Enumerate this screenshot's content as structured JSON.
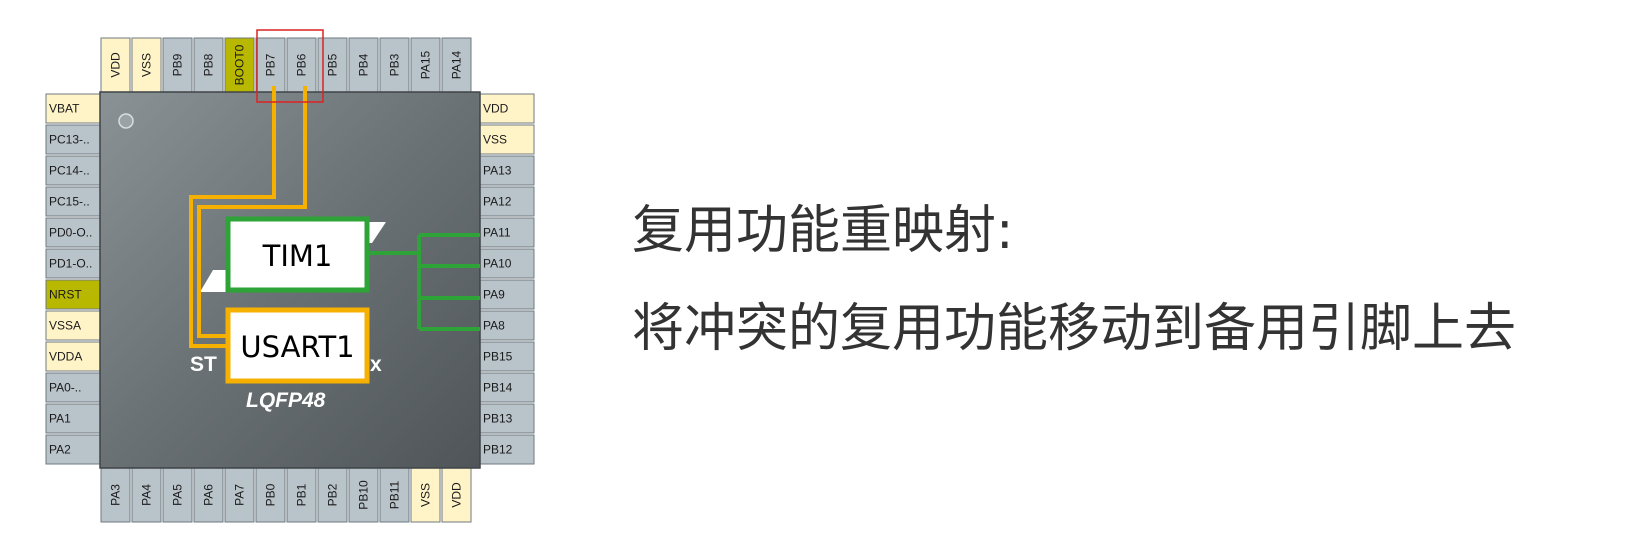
{
  "colors": {
    "pin_default": "#b9c3ca",
    "pin_power": "#fff4c8",
    "pin_system": "#b8b800",
    "chip_body": "#6f7679",
    "tim_route": "#2ea337",
    "usart_route": "#f6b100",
    "highlight": "#dd2222"
  },
  "pins": {
    "top": [
      {
        "label": "VDD",
        "kind": "power"
      },
      {
        "label": "VSS",
        "kind": "power"
      },
      {
        "label": "PB9",
        "kind": "default"
      },
      {
        "label": "PB8",
        "kind": "default"
      },
      {
        "label": "BOOT0",
        "kind": "system"
      },
      {
        "label": "PB7",
        "kind": "default"
      },
      {
        "label": "PB6",
        "kind": "default"
      },
      {
        "label": "PB5",
        "kind": "default"
      },
      {
        "label": "PB4",
        "kind": "default"
      },
      {
        "label": "PB3",
        "kind": "default"
      },
      {
        "label": "PA15",
        "kind": "default"
      },
      {
        "label": "PA14",
        "kind": "default"
      }
    ],
    "left": [
      {
        "label": "VBAT",
        "kind": "power"
      },
      {
        "label": "PC13-..",
        "kind": "default"
      },
      {
        "label": "PC14-..",
        "kind": "default"
      },
      {
        "label": "PC15-..",
        "kind": "default"
      },
      {
        "label": "PD0-O..",
        "kind": "default"
      },
      {
        "label": "PD1-O..",
        "kind": "default"
      },
      {
        "label": "NRST",
        "kind": "system"
      },
      {
        "label": "VSSA",
        "kind": "power"
      },
      {
        "label": "VDDA",
        "kind": "power"
      },
      {
        "label": "PA0-..",
        "kind": "default"
      },
      {
        "label": "PA1",
        "kind": "default"
      },
      {
        "label": "PA2",
        "kind": "default"
      }
    ],
    "right": [
      {
        "label": "VDD",
        "kind": "power"
      },
      {
        "label": "VSS",
        "kind": "power"
      },
      {
        "label": "PA13",
        "kind": "default"
      },
      {
        "label": "PA12",
        "kind": "default"
      },
      {
        "label": "PA11",
        "kind": "default"
      },
      {
        "label": "PA10",
        "kind": "default"
      },
      {
        "label": "PA9",
        "kind": "default"
      },
      {
        "label": "PA8",
        "kind": "default"
      },
      {
        "label": "PB15",
        "kind": "default"
      },
      {
        "label": "PB14",
        "kind": "default"
      },
      {
        "label": "PB13",
        "kind": "default"
      },
      {
        "label": "PB12",
        "kind": "default"
      }
    ],
    "bottom": [
      {
        "label": "PA3",
        "kind": "default"
      },
      {
        "label": "PA4",
        "kind": "default"
      },
      {
        "label": "PA5",
        "kind": "default"
      },
      {
        "label": "PA6",
        "kind": "default"
      },
      {
        "label": "PA7",
        "kind": "default"
      },
      {
        "label": "PB0",
        "kind": "default"
      },
      {
        "label": "PB1",
        "kind": "default"
      },
      {
        "label": "PB2",
        "kind": "default"
      },
      {
        "label": "PB10",
        "kind": "default"
      },
      {
        "label": "PB11",
        "kind": "default"
      },
      {
        "label": "VSS",
        "kind": "power"
      },
      {
        "label": "VDD",
        "kind": "power"
      }
    ]
  },
  "chip": {
    "name_left": "ST",
    "name_right": "x",
    "package": "LQFP48"
  },
  "peripherals": {
    "tim1": "TIM1",
    "usart1": "USART1"
  },
  "text": {
    "heading": "复用功能重映射:",
    "description": "将冲突的复用功能移动到备用引脚上去"
  }
}
